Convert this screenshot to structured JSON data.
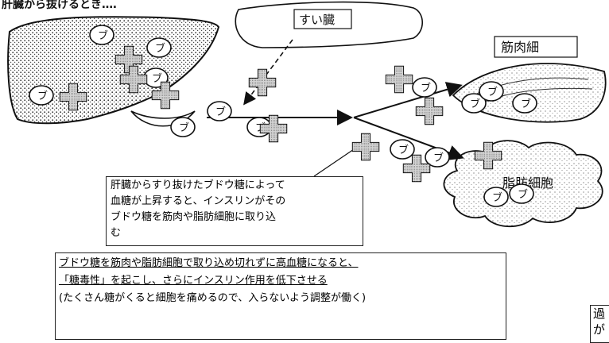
{
  "header": {
    "partial_text": "肝臓から抜けるとき‥‥"
  },
  "labels": {
    "pancreas": "すい臓",
    "muscle": "筋肉細",
    "fat": "脂肪細胞",
    "glucose": "ブ"
  },
  "notes": {
    "note1_lines": [
      "肝臓からすり抜けたブドウ糖によって",
      "血糖が上昇すると、インスリンがその",
      "ブドウ糖を筋肉や脂肪細胞に取り込",
      "む"
    ],
    "note2_line1": "ブドウ糖を筋肉や脂肪細胞で取り込め切れずに高血糖になると、",
    "note2_line2": "「糖毒性」を起こし、さらにインスリン作用を低下させる",
    "note2_line3": "(たくさん糖がくると細胞を痛めるので、入らないよう調整が働く)",
    "corner_line1": "過",
    "corner_line2": "が"
  },
  "colors": {
    "ink": "#111111",
    "stipple": "#555555",
    "paper": "#ffffff"
  }
}
